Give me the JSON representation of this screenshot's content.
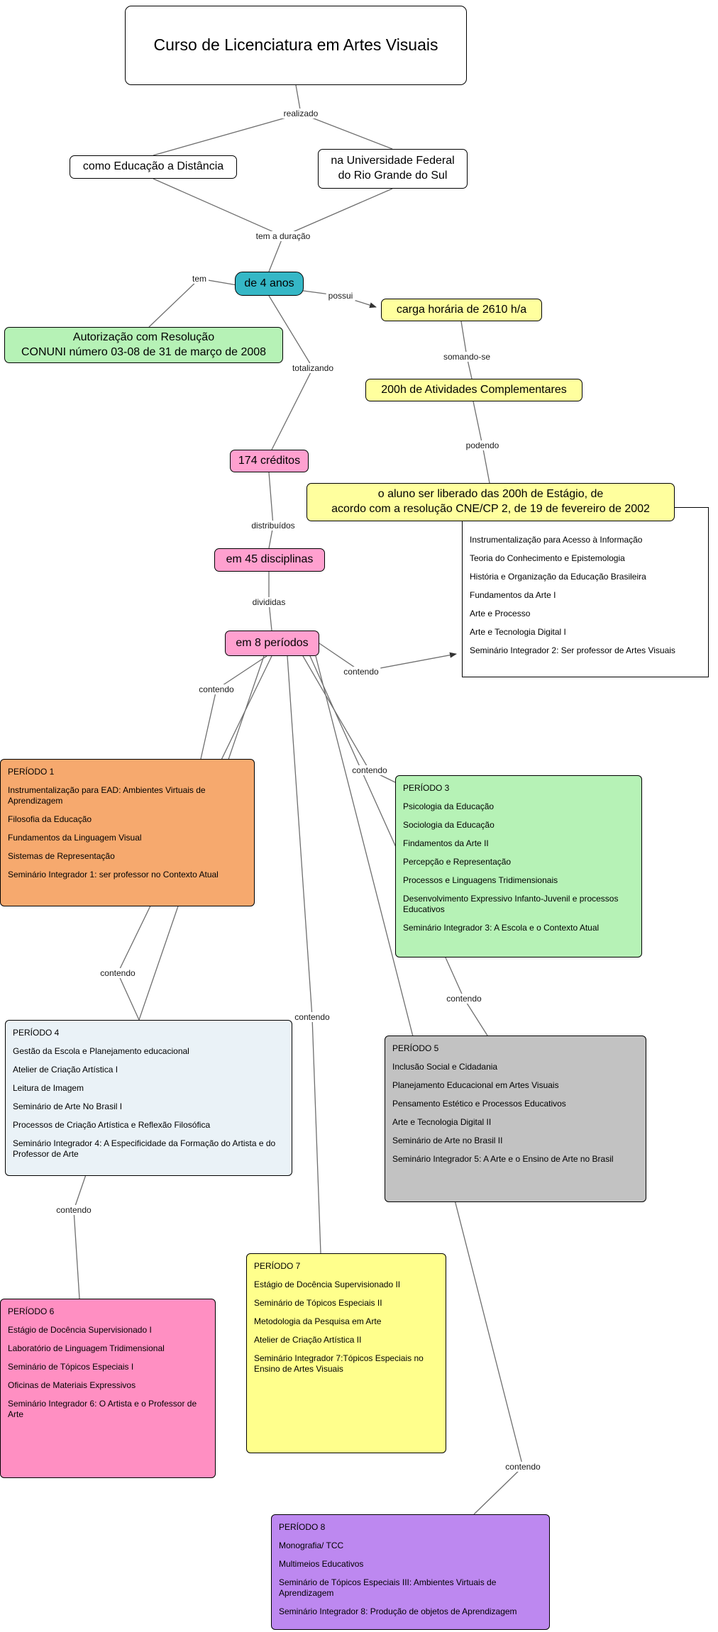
{
  "title": "Curso de Licenciatura em Artes Visuais",
  "nodes": {
    "como_ead": "como Educação a Distância",
    "ufrgs": [
      "na Universidade Federal",
      "do Rio Grande do Sul"
    ],
    "de_4_anos": "de 4 anos",
    "autorizacao": [
      "Autorização com Resolução",
      "CONUNI número 03-08 de 31 de março de 2008"
    ],
    "carga_horaria": "carga horária de 2610 h/a",
    "atividades_complementares": "200h de Atividades Complementares",
    "creditos": "174 créditos",
    "liberacao_estagio": [
      "o aluno ser liberado das 200h de Estágio, de",
      "acordo com a resolução CNE/CP 2, de 19 de fevereiro de 2002"
    ],
    "disciplinas": "em 45 disciplinas",
    "periodos": "em 8 períodos"
  },
  "labels": {
    "realizado": "realizado",
    "tem_a_duracao": "tem a duração",
    "tem": "tem",
    "possui": "possui",
    "somando_se": "somando-se",
    "totalizando": "totalizando",
    "podendo": "podendo",
    "distribuidos": "distribuídos",
    "divididas": "divididas",
    "contendo": "contendo"
  },
  "period2": {
    "items": [
      "Instrumentalização para Acesso à Informação",
      "Teoria do Conhecimento e Epistemologia",
      "História e Organização da Educação Brasileira",
      "Fundamentos da Arte I",
      "Arte e Processo",
      "Arte e Tecnologia Digital I",
      "Seminário Integrador 2: Ser professor de Artes Visuais"
    ]
  },
  "periods": [
    {
      "title": "PERÍODO 1",
      "items": [
        "Instrumentalização para EAD: Ambientes Virtuais de Aprendizagem",
        "Filosofia da Educação",
        "Fundamentos da Linguagem Visual",
        "Sistemas de Representação",
        "Seminário Integrador 1: ser professor no Contexto Atual"
      ]
    },
    {
      "title": "PERÍODO 3",
      "items": [
        "Psicologia da Educação",
        "Sociologia da Educação",
        "Findamentos da Arte II",
        "Percepção e Representação",
        "Processos e Linguagens Tridimensionais",
        "Desenvolvimento Expressivo Infanto-Juvenil e processos Educativos",
        "Seminário Integrador 3: A Escola e o Contexto Atual"
      ]
    },
    {
      "title": "PERÍODO 4",
      "items": [
        "Gestão da Escola e Planejamento educacional",
        "Atelier de Criação Artística I",
        "Leitura de Imagem",
        "Seminário de Arte No Brasil I",
        "Processos de Criação Artística e Reflexão Filosófica",
        "Seminário Integrador 4: A Especificidade da Formação do Artista e do Professor de Arte"
      ]
    },
    {
      "title": "PERÍODO 5",
      "items": [
        "Inclusão Social e Cidadania",
        "Planejamento Educacional em Artes Visuais",
        "Pensamento Estético e Processos Educativos",
        "Arte e Tecnologia Digital II",
        "Seminário de Arte no Brasil II",
        "Seminário Integrador 5: A Arte e o Ensino de Arte no Brasil"
      ]
    },
    {
      "title": "PERÍODO 6",
      "items": [
        "Estágio de Docência Supervisionado I",
        "Laboratório de Linguagem Tridimensional",
        "Seminário de Tópicos Especiais I",
        "Oficinas de Materiais Expressivos",
        "Seminário Integrador 6: O Artista e o Professor de Arte"
      ]
    },
    {
      "title": "PERÍODO 7",
      "items": [
        "Estágio de Docência Supervisionado II",
        "Seminário de Tópicos Especiais II",
        "Metodologia da Pesquisa em Arte",
        "Atelier de Criação Artística II",
        "Seminário Integrador 7:Tópicos Especiais no Ensino de Artes Visuais"
      ]
    },
    {
      "title": "PERÍODO 8",
      "items": [
        "Monografia/ TCC",
        "Multimeios Educativos",
        "Seminário de Tópicos Especiais III: Ambientes Virtuais de Aprendizagem",
        "Seminário Integrador 8: Produção de objetos de Aprendizagem"
      ]
    }
  ],
  "colors": {
    "teal_node": "#35b7c6",
    "yellow_node": "#ffff9e",
    "green_node": "#b6f2b6",
    "pink_node": "#ffa0cf",
    "periodo1_orange": "#f6a96e",
    "periodo3_green": "#b6f2b6",
    "periodo4_lightblue": "#eaf2f7",
    "periodo5_grey": "#c2c2c2",
    "periodo6_pink": "#ff8fc2",
    "periodo7_yellow": "#ffff8c",
    "periodo8_purple": "#bd88f0",
    "line": "#6e6e6e"
  }
}
